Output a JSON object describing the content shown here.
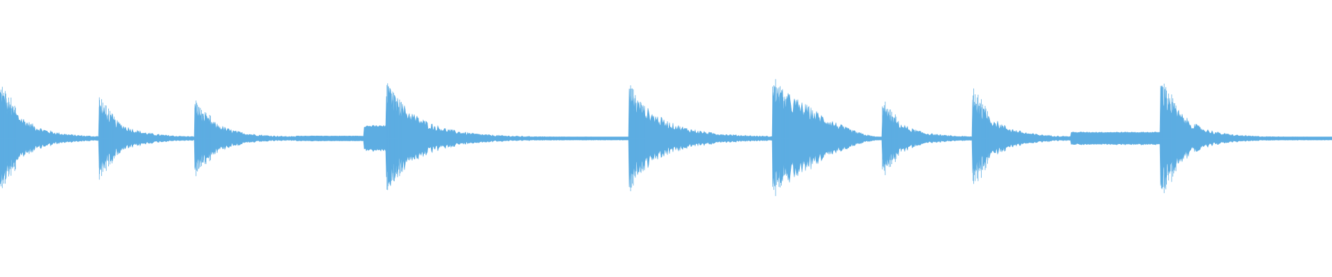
{
  "waveform": {
    "color": "#5dade2",
    "background": "#ffffff",
    "baseline_amplitude": 0.012,
    "segments": [
      {
        "start": 0.0,
        "end": 0.074,
        "peak": 0.42,
        "decay": "exponential"
      },
      {
        "start": 0.074,
        "end": 0.146,
        "peak": 0.3,
        "decay": "exponential"
      },
      {
        "start": 0.146,
        "end": 0.222,
        "peak": 0.28,
        "decay": "exponential"
      },
      {
        "start": 0.222,
        "end": 0.273,
        "peak": 0.02,
        "decay": "flat"
      },
      {
        "start": 0.273,
        "end": 0.29,
        "peak": 0.1,
        "decay": "flat"
      },
      {
        "start": 0.29,
        "end": 0.472,
        "peak": 0.44,
        "decay": "long"
      },
      {
        "start": 0.472,
        "end": 0.58,
        "peak": 0.4,
        "decay": "exponential"
      },
      {
        "start": 0.58,
        "end": 0.662,
        "peak": 0.47,
        "decay": "smooth"
      },
      {
        "start": 0.662,
        "end": 0.73,
        "peak": 0.28,
        "decay": "exponential"
      },
      {
        "start": 0.73,
        "end": 0.804,
        "peak": 0.37,
        "decay": "exponential"
      },
      {
        "start": 0.804,
        "end": 0.871,
        "peak": 0.05,
        "decay": "flat"
      },
      {
        "start": 0.871,
        "end": 1.0,
        "peak": 0.48,
        "decay": "long"
      }
    ]
  }
}
